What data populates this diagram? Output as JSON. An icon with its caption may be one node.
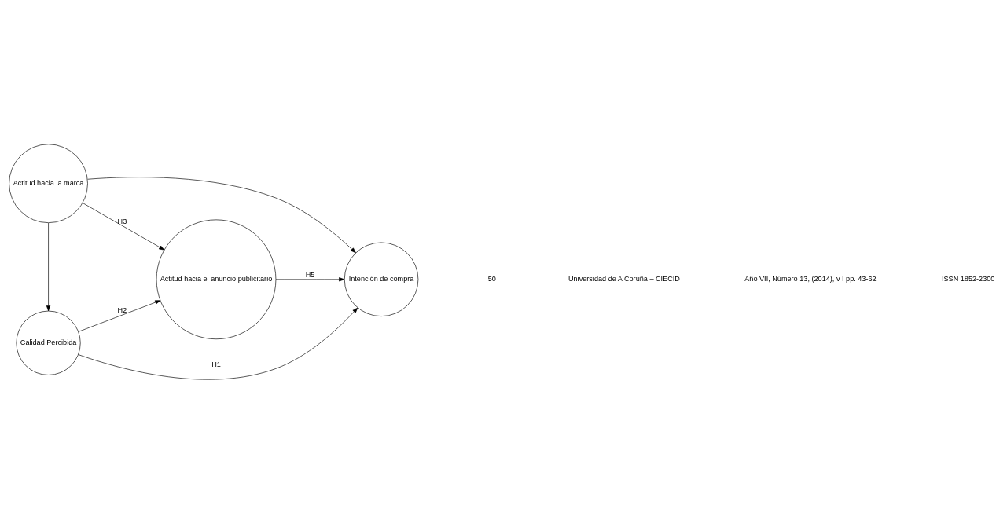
{
  "diagram": {
    "nodes": [
      {
        "text": [
          "Calidad Percibida"
        ]
      },
      {
        "text": [
          "Actitud hacia la marca"
        ]
      },
      {
        "text": [
          "Actitud hacia el anuncio publicitario"
        ]
      },
      {
        "text": [
          "Intención de compra"
        ]
      }
    ],
    "edges": [
      {
        "from": 1,
        "to": 0,
        "arrow": "to"
      },
      {
        "from": 0,
        "to": 3,
        "arrow": "to",
        "label": "H1"
      },
      {
        "from": 0,
        "to": 2,
        "arrow": "to",
        "label": "H2"
      },
      {
        "from": 1,
        "to": 2,
        "arrow": "to",
        "label": "H3"
      },
      {
        "from": 2,
        "to": 3,
        "arrow": "to",
        "label": "H5"
      },
      {
        "from": 1,
        "to": 3,
        "arrow": "to"
      }
    ],
    "labels": [
      "50",
      "Universidad de A Coruña – CIECID",
      "Año VII, Número 13, (2014), v I pp. 43-62",
      "ISSN 1852-2300"
    ]
  }
}
